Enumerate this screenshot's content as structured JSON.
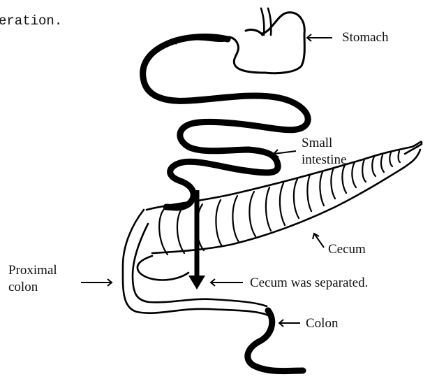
{
  "caption_fragment": "eration.",
  "labels": {
    "stomach": "Stomach",
    "small_intestine_line1": "Small",
    "small_intestine_line2": "intestine",
    "cecum": "Cecum",
    "proximal_colon_line1": "Proximal",
    "proximal_colon_line2": "colon",
    "cecum_separated": "Cecum was separated.",
    "colon": "Colon"
  },
  "icons": {
    "separation_arrow": "down-arrow-icon"
  }
}
